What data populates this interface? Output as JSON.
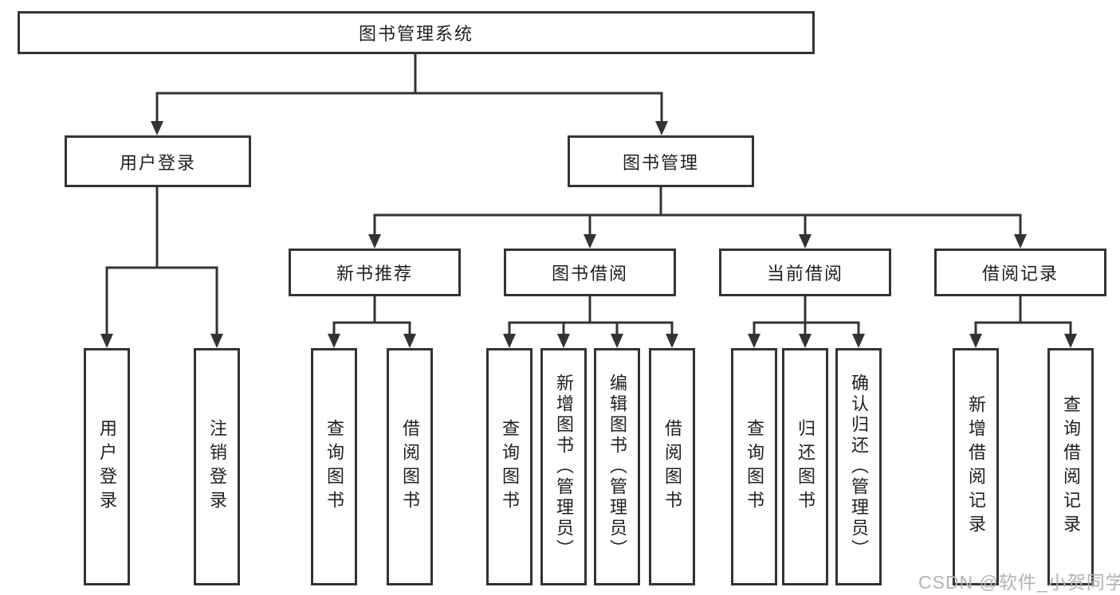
{
  "tree": {
    "root": {
      "label": "图书管理系统"
    },
    "branches": [
      {
        "label": "用户登录",
        "children": [
          {
            "label": "用户登录"
          },
          {
            "label": "注销登录"
          }
        ]
      },
      {
        "label": "图书管理",
        "children": [
          {
            "label": "新书推荐",
            "children": [
              {
                "label": "查询图书"
              },
              {
                "label": "借阅图书"
              }
            ]
          },
          {
            "label": "图书借阅",
            "children": [
              {
                "label": "查询图书"
              },
              {
                "label": "新增图书（管理员）"
              },
              {
                "label": "编辑图书（管理员）"
              },
              {
                "label": "借阅图书"
              }
            ]
          },
          {
            "label": "当前借阅",
            "children": [
              {
                "label": "查询图书"
              },
              {
                "label": "归还图书"
              },
              {
                "label": "确认归还（管理员）"
              }
            ]
          },
          {
            "label": "借阅记录",
            "children": [
              {
                "label": "新增借阅记录"
              },
              {
                "label": "查询借阅记录"
              }
            ]
          }
        ]
      }
    ]
  },
  "watermark": {
    "text": "CSDN @软件_小贺同学",
    "color": "#b3b3b3"
  },
  "colors": {
    "line": "#333333",
    "box_border": "#333333",
    "box_fill": "#ffffff",
    "text": "#1f1f1f",
    "background": "#ffffff"
  }
}
